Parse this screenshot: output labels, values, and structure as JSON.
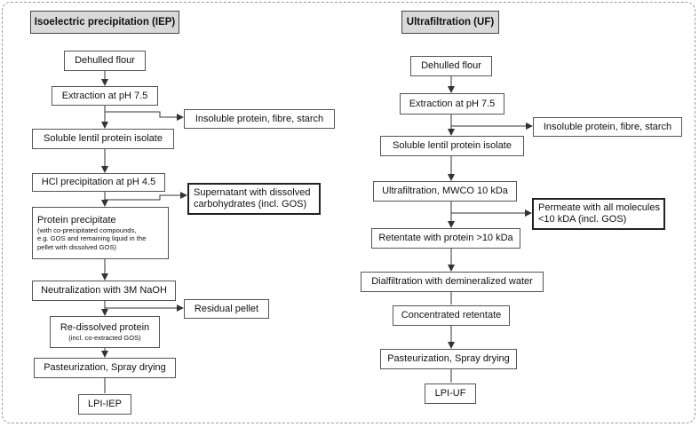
{
  "iep": {
    "header": "Isoelectric precipitation (IEP)",
    "steps": {
      "flour": "Dehulled flour",
      "extraction": "Extraction at pH 7.5",
      "soluble": "Soluble lentil protein isolate",
      "hcl": "HCl precipitation at pH 4.5",
      "precipitate_title": "Protein precipitate",
      "precipitate_note_1": "(with co-precipitated compounds,",
      "precipitate_note_2": "e.g. GOS and remaining liquid in the",
      "precipitate_note_3": "pellet with dissolved GOS)",
      "neutralization": "Neutralization with 3M NaOH",
      "redissolved_title": "Re-dissolved protein",
      "redissolved_note": "(incl. co-extracted GOS)",
      "pasteurization": "Pasteurization,  Spray drying",
      "product": "LPI-IEP"
    },
    "side": {
      "insoluble": "Insoluble protein, fibre, starch",
      "supernatant_1": "Supernatant with dissolved",
      "supernatant_2": "carbohydrates (incl. GOS)",
      "residual": "Residual pellet"
    }
  },
  "uf": {
    "header": "Ultrafiltration (UF)",
    "steps": {
      "flour": "Dehulled flour",
      "extraction": "Extraction at pH 7.5",
      "soluble": "Soluble lentil protein isolate",
      "ultrafiltration": "Ultrafiltration, MWCO 10 kDa",
      "retentate": "Retentate with protein >10 kDa",
      "dialfiltration": "Dialfiltration with demineralized water",
      "concentrated": "Concentrated retentate",
      "pasteurization": "Pasteurization, Spray drying",
      "product": "LPI-UF"
    },
    "side": {
      "insoluble": "Insoluble protein, fibre, starch",
      "permeate_1": "Permeate with all molecules",
      "permeate_2": "<10 kDA (incl. GOS)"
    }
  }
}
